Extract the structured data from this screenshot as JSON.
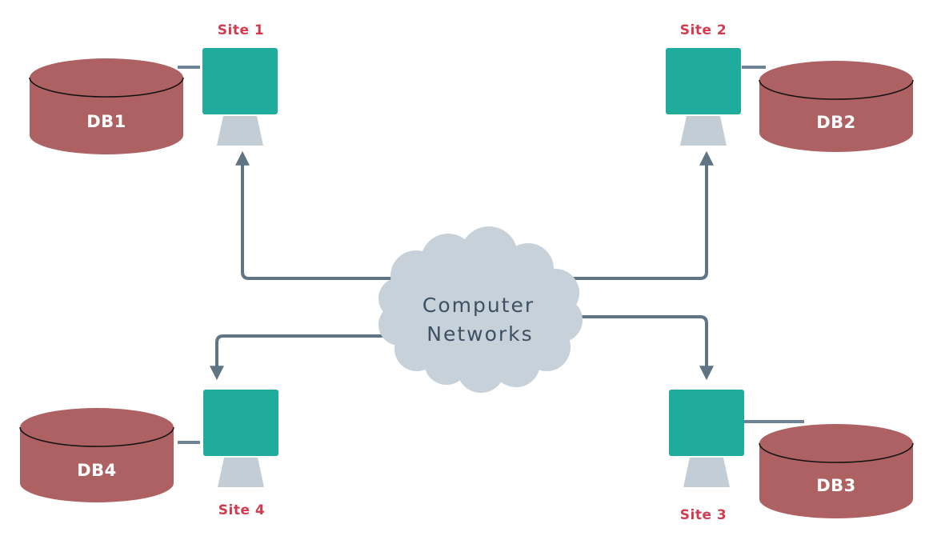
{
  "cloud": {
    "line1": "Computer",
    "line2": "Networks"
  },
  "sites": [
    {
      "name": "Site 1",
      "db": "DB1"
    },
    {
      "name": "Site 2",
      "db": "DB2"
    },
    {
      "name": "Site 3",
      "db": "DB3"
    },
    {
      "name": "Site 4",
      "db": "DB4"
    }
  ],
  "colors": {
    "background": "#ffffff",
    "monitor_screen": "#1fac9d",
    "monitor_stand": "#c3cdd6",
    "database_body": "#ad6162",
    "database_seam": "#111111",
    "db_label_text": "#ffffff",
    "site_label_text": "#d23b4f",
    "cloud_fill": "#c6d1d9",
    "cloud_text": "#3d5163",
    "arrow": "#5f7484",
    "connector": "#6e8395"
  }
}
